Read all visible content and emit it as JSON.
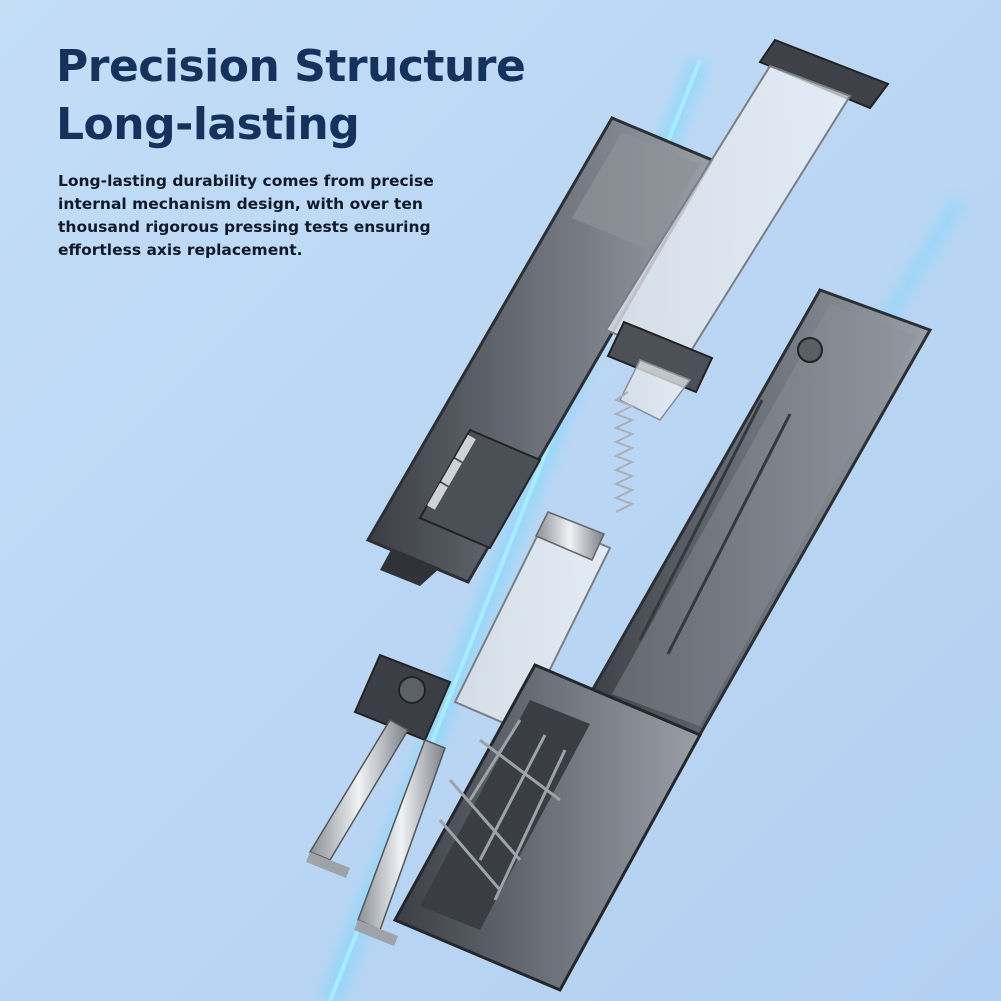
{
  "headline": {
    "line1": "Precision Structure",
    "line2": "Long-lasting"
  },
  "description": "Long-lasting durability comes from precise internal mechanism design, with over ten thousand rigorous pressing tests ensuring effortless axis replacement.",
  "colors": {
    "background": "#bcd8f5",
    "headline": "#14325c",
    "body_text": "#111a28",
    "glow": "#4fd2ff",
    "housing": "#6f747c"
  }
}
